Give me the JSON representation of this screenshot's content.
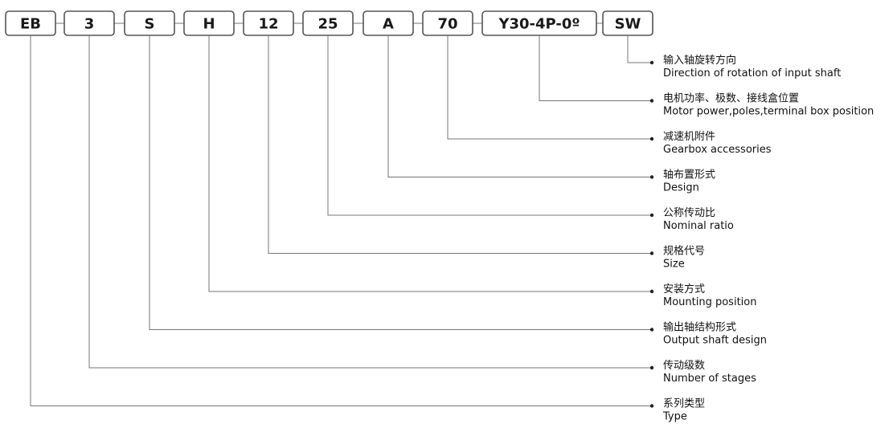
{
  "codes": [
    {
      "id": "eb",
      "text": "EB"
    },
    {
      "id": "stages",
      "text": "3"
    },
    {
      "id": "output-shaft",
      "text": "S"
    },
    {
      "id": "mounting",
      "text": "H"
    },
    {
      "id": "size",
      "text": "12"
    },
    {
      "id": "ratio",
      "text": "25"
    },
    {
      "id": "design",
      "text": "A"
    },
    {
      "id": "accessories",
      "text": "70"
    },
    {
      "id": "motor",
      "text": "Y30-4P-0º"
    },
    {
      "id": "rotation",
      "text": "SW"
    }
  ],
  "legend": [
    {
      "code": "rotation",
      "cn": "输入轴旋转方向",
      "en": "Direction of rotation of input shaft"
    },
    {
      "code": "motor",
      "cn": "电机功率、极数、接线盒位置",
      "en": "Motor power,poles,terminal box position"
    },
    {
      "code": "accessories",
      "cn": "减速机附件",
      "en": "Gearbox accessories"
    },
    {
      "code": "design",
      "cn": "轴布置形式",
      "en": "Design"
    },
    {
      "code": "ratio",
      "cn": "公称传动比",
      "en": "Nominal ratio"
    },
    {
      "code": "size",
      "cn": "规格代号",
      "en": "Size"
    },
    {
      "code": "mounting",
      "cn": "安装方式",
      "en": "Mounting position"
    },
    {
      "code": "output-shaft",
      "cn": "输出轴结构形式",
      "en": "Output shaft design"
    },
    {
      "code": "stages",
      "cn": "传动级数",
      "en": "Number of stages"
    },
    {
      "code": "eb",
      "cn": "系列类型",
      "en": "Type"
    }
  ]
}
